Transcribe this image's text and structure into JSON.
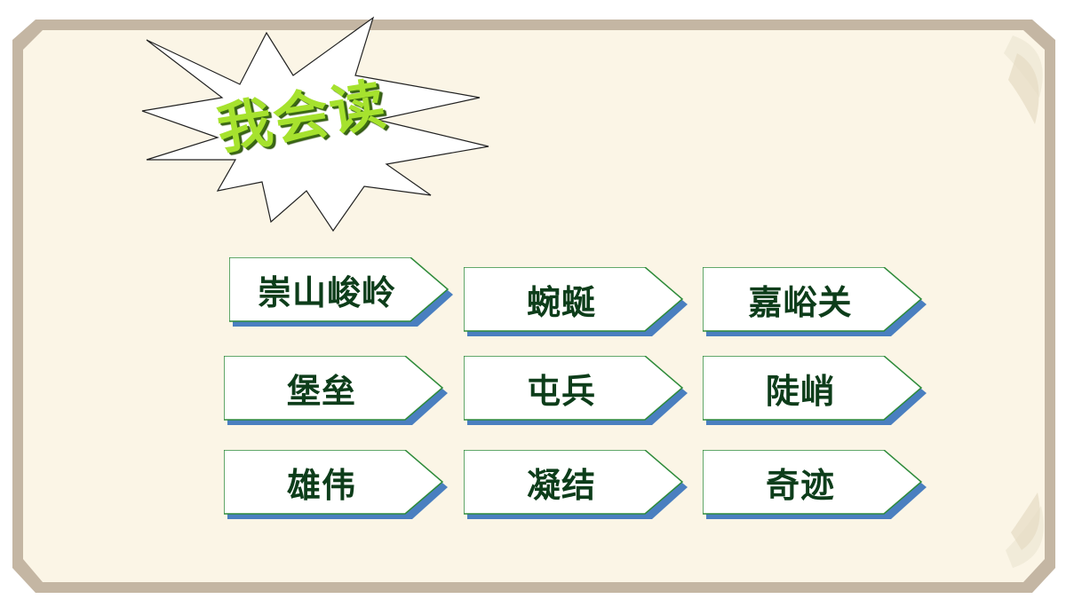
{
  "title": "我会读",
  "colors": {
    "frame": "#c4b6a3",
    "panel": "#fbf5e6",
    "card_fill": "#ffffff",
    "card_border": "#2e8b3a",
    "card_shadow": "#4a7fc0",
    "title_fill": "#a6e22e",
    "word_text": "#0d3d1a"
  },
  "words": [
    "崇山峻岭",
    "蜿蜒",
    "嘉峪关",
    "堡垒",
    "屯兵",
    "陡峭",
    "雄伟",
    "凝结",
    "奇迹"
  ]
}
